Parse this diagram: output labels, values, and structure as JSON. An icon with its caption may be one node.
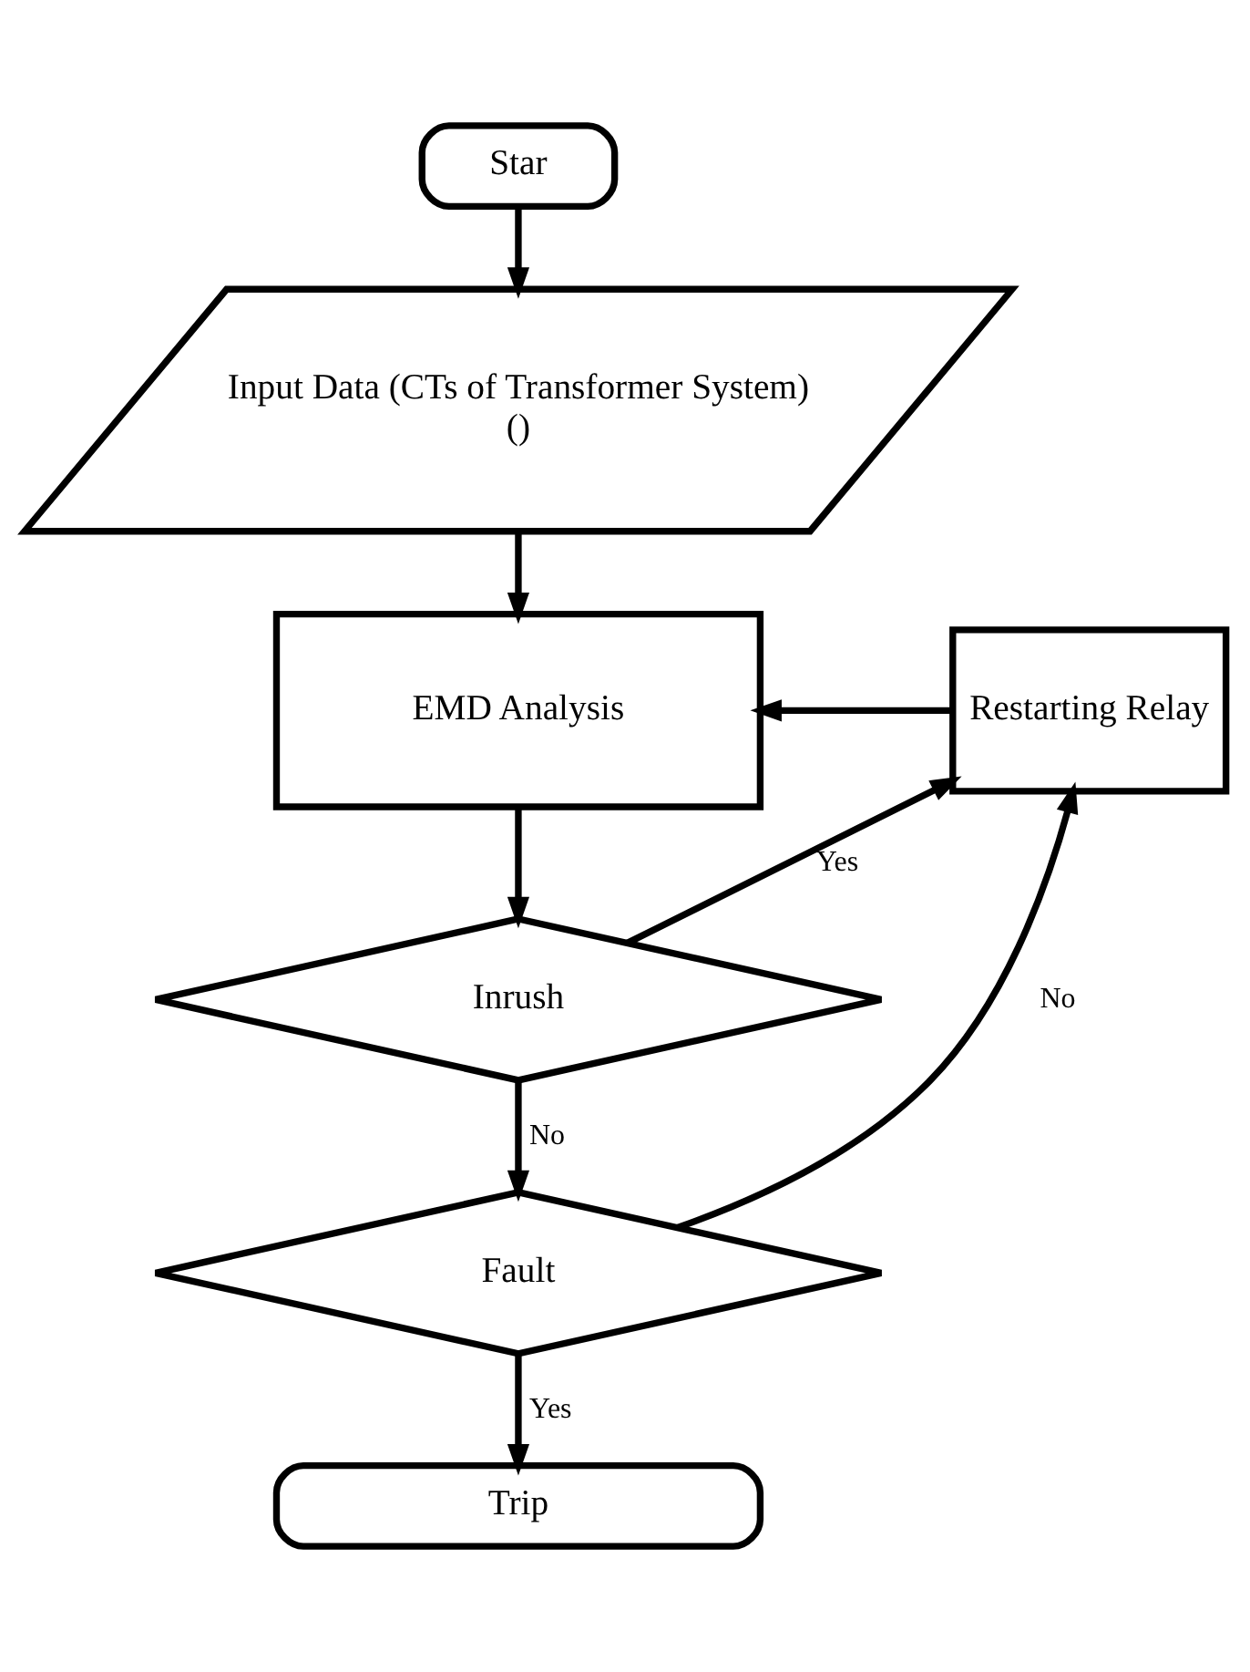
{
  "diagram": {
    "nodes": [
      {
        "text": [
          "Star"
        ]
      },
      {
        "text": [
          "Input Data (CTs of Transformer System)",
          "()"
        ]
      },
      {
        "text": [
          "Restarting Relay"
        ]
      },
      {
        "text": [
          "EMD Analysis"
        ]
      },
      {
        "text": [
          "Inrush"
        ]
      },
      {
        "text": [
          "Fault"
        ]
      },
      {
        "text": [
          "Trip"
        ]
      }
    ],
    "edges": [
      {
        "from": 0,
        "to": 1,
        "arrow": "to"
      },
      {
        "from": 1,
        "to": 3,
        "arrow": "to"
      },
      {
        "from": 2,
        "to": 3,
        "arrow": "to"
      },
      {
        "from": 3,
        "to": 4,
        "arrow": "to"
      },
      {
        "from": 4,
        "to": 2,
        "label": "Yes",
        "arrow": "to"
      },
      {
        "from": 4,
        "to": 5,
        "label": "No",
        "arrow": "to"
      },
      {
        "from": 5,
        "to": 2,
        "label": "No",
        "arrow": "to"
      },
      {
        "from": 5,
        "to": 6,
        "label": "Yes",
        "arrow": "to"
      }
    ]
  }
}
